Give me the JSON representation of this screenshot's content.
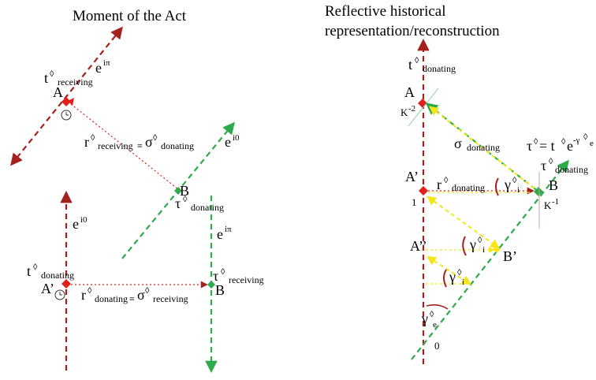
{
  "left_panel": {
    "title": "Moment of the Act",
    "top_arrow_exp_base": "e",
    "top_arrow_exp": "iπ",
    "t_receiving_base": "t",
    "diamond": "◊",
    "receiving_sub": "receiving",
    "point_A": "A",
    "r_base": "r",
    "sigma_base": "σ",
    "equiv": "≡",
    "donating_sub": "donating",
    "right_arrow_exp": "i0",
    "point_B": "B",
    "tau_base": "τ",
    "vert_exp": "i0",
    "right_vert_exp": "iπ",
    "t_donating_base": "t",
    "point_A_prime": "A’",
    "point_B2": "B"
  },
  "right_panel": {
    "title_line1": "Reflective historical",
    "title_line2": "representation/reconstruction",
    "t_donating_base": "t",
    "diamond": "◊",
    "donating_sub": "donating",
    "point_A": "A",
    "K_label": "K",
    "K_exp_A": "-2",
    "sigma_base": "σ",
    "tau_eq": "τ",
    "tau_eq_rhs": "= t",
    "tau_eq_e": "e",
    "tau_eq_exp": "-γ",
    "tau_eq_exp_sub": "e",
    "tau_base": "τ",
    "point_A_prime": "A’",
    "r_base": "r",
    "gamma_base": "γ",
    "gamma_sub_i": "i",
    "gamma_sub_e": "e",
    "point_B": "B",
    "K_exp_B": "-1",
    "one": "1",
    "point_A_dprime": "A’’",
    "point_B_prime": "B’",
    "zero": "0"
  }
}
